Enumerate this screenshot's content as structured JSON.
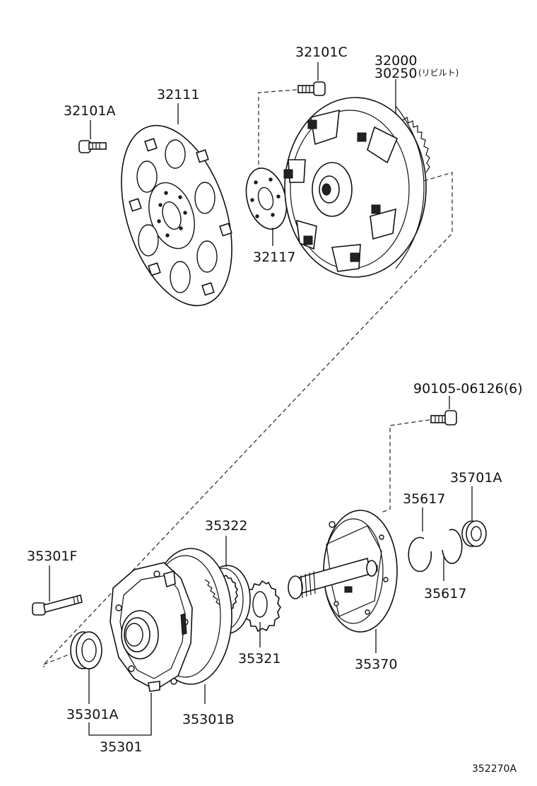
{
  "labels": {
    "bolt_32101A": "32101A",
    "drive_plate_32111": "32111",
    "bolt_32101C": "32101C",
    "converter_32000": "32000",
    "converter_30250": "30250",
    "rebuilt_note": "(リビルト)",
    "spacer_32117": "32117",
    "bolt_90105": "90105-06126(6)",
    "seal_35701A": "35701A",
    "ring_35617_top": "35617",
    "ring_35617_bottom": "35617",
    "gear_35322": "35322",
    "bolt_35301F": "35301F",
    "gear_35321": "35321",
    "stator_shaft_35370": "35370",
    "seal_35301A": "35301A",
    "oring_35301B": "35301B",
    "pump_assy_35301": "35301",
    "diagram_ref": "352270A"
  }
}
